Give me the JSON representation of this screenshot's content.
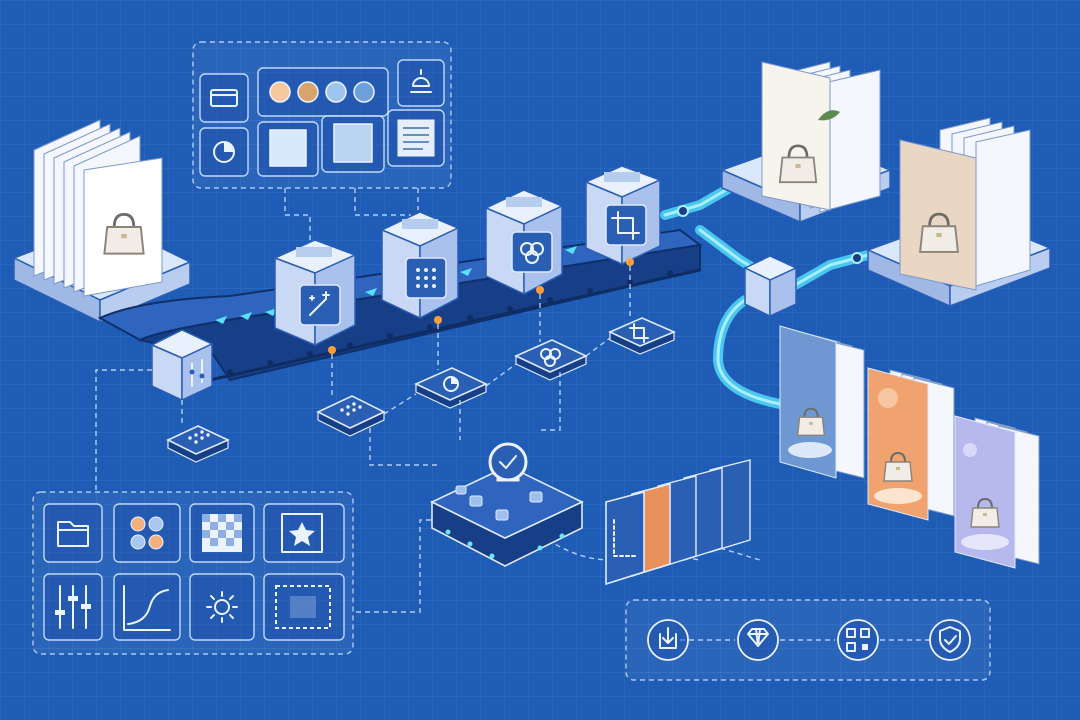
{
  "diagram": {
    "title": "",
    "palette": {
      "background": "#1e5cb6",
      "grid": "#3b77cc",
      "accent_cyan": "#4fd3f5",
      "accent_orange": "#ff9d3b",
      "node_light": "#e9f1ff"
    },
    "pipeline_stages": [
      {
        "icon": "magic-wand-icon"
      },
      {
        "icon": "dot-grid-icon"
      },
      {
        "icon": "color-circles-icon"
      },
      {
        "icon": "crop-icon"
      }
    ],
    "top_panel_icons": [
      "layout-icon",
      "color-swatches-icon",
      "lighting-icon",
      "pie-chart-icon",
      "gradient-square-icon",
      "shadow-square-icon",
      "text-lines-icon"
    ],
    "bottom_left_panel_icons": [
      "folder-icon",
      "color-palette-icon",
      "transparency-grid-icon",
      "star-frame-icon",
      "sliders-icon",
      "curve-graph-icon",
      "brightness-icon",
      "selection-frame-icon"
    ],
    "bottom_right_flow_icons": [
      "download-icon",
      "diamond-icon",
      "qr-code-icon",
      "shield-check-icon"
    ],
    "outputs": [
      {
        "name": "",
        "icon": "handbag-icon",
        "style": "lifestyle"
      },
      {
        "name": "",
        "icon": "handbag-icon",
        "style": "warm-beige"
      },
      {
        "name": "",
        "icon": "handbag-icon",
        "style": "blue-podium"
      },
      {
        "name": "",
        "icon": "handbag-icon",
        "style": "orange-podium"
      },
      {
        "name": "",
        "icon": "handbag-icon",
        "style": "lavender-podium"
      }
    ],
    "hub_icon": "check-badge-icon",
    "input_icon": "handbag-icon"
  }
}
